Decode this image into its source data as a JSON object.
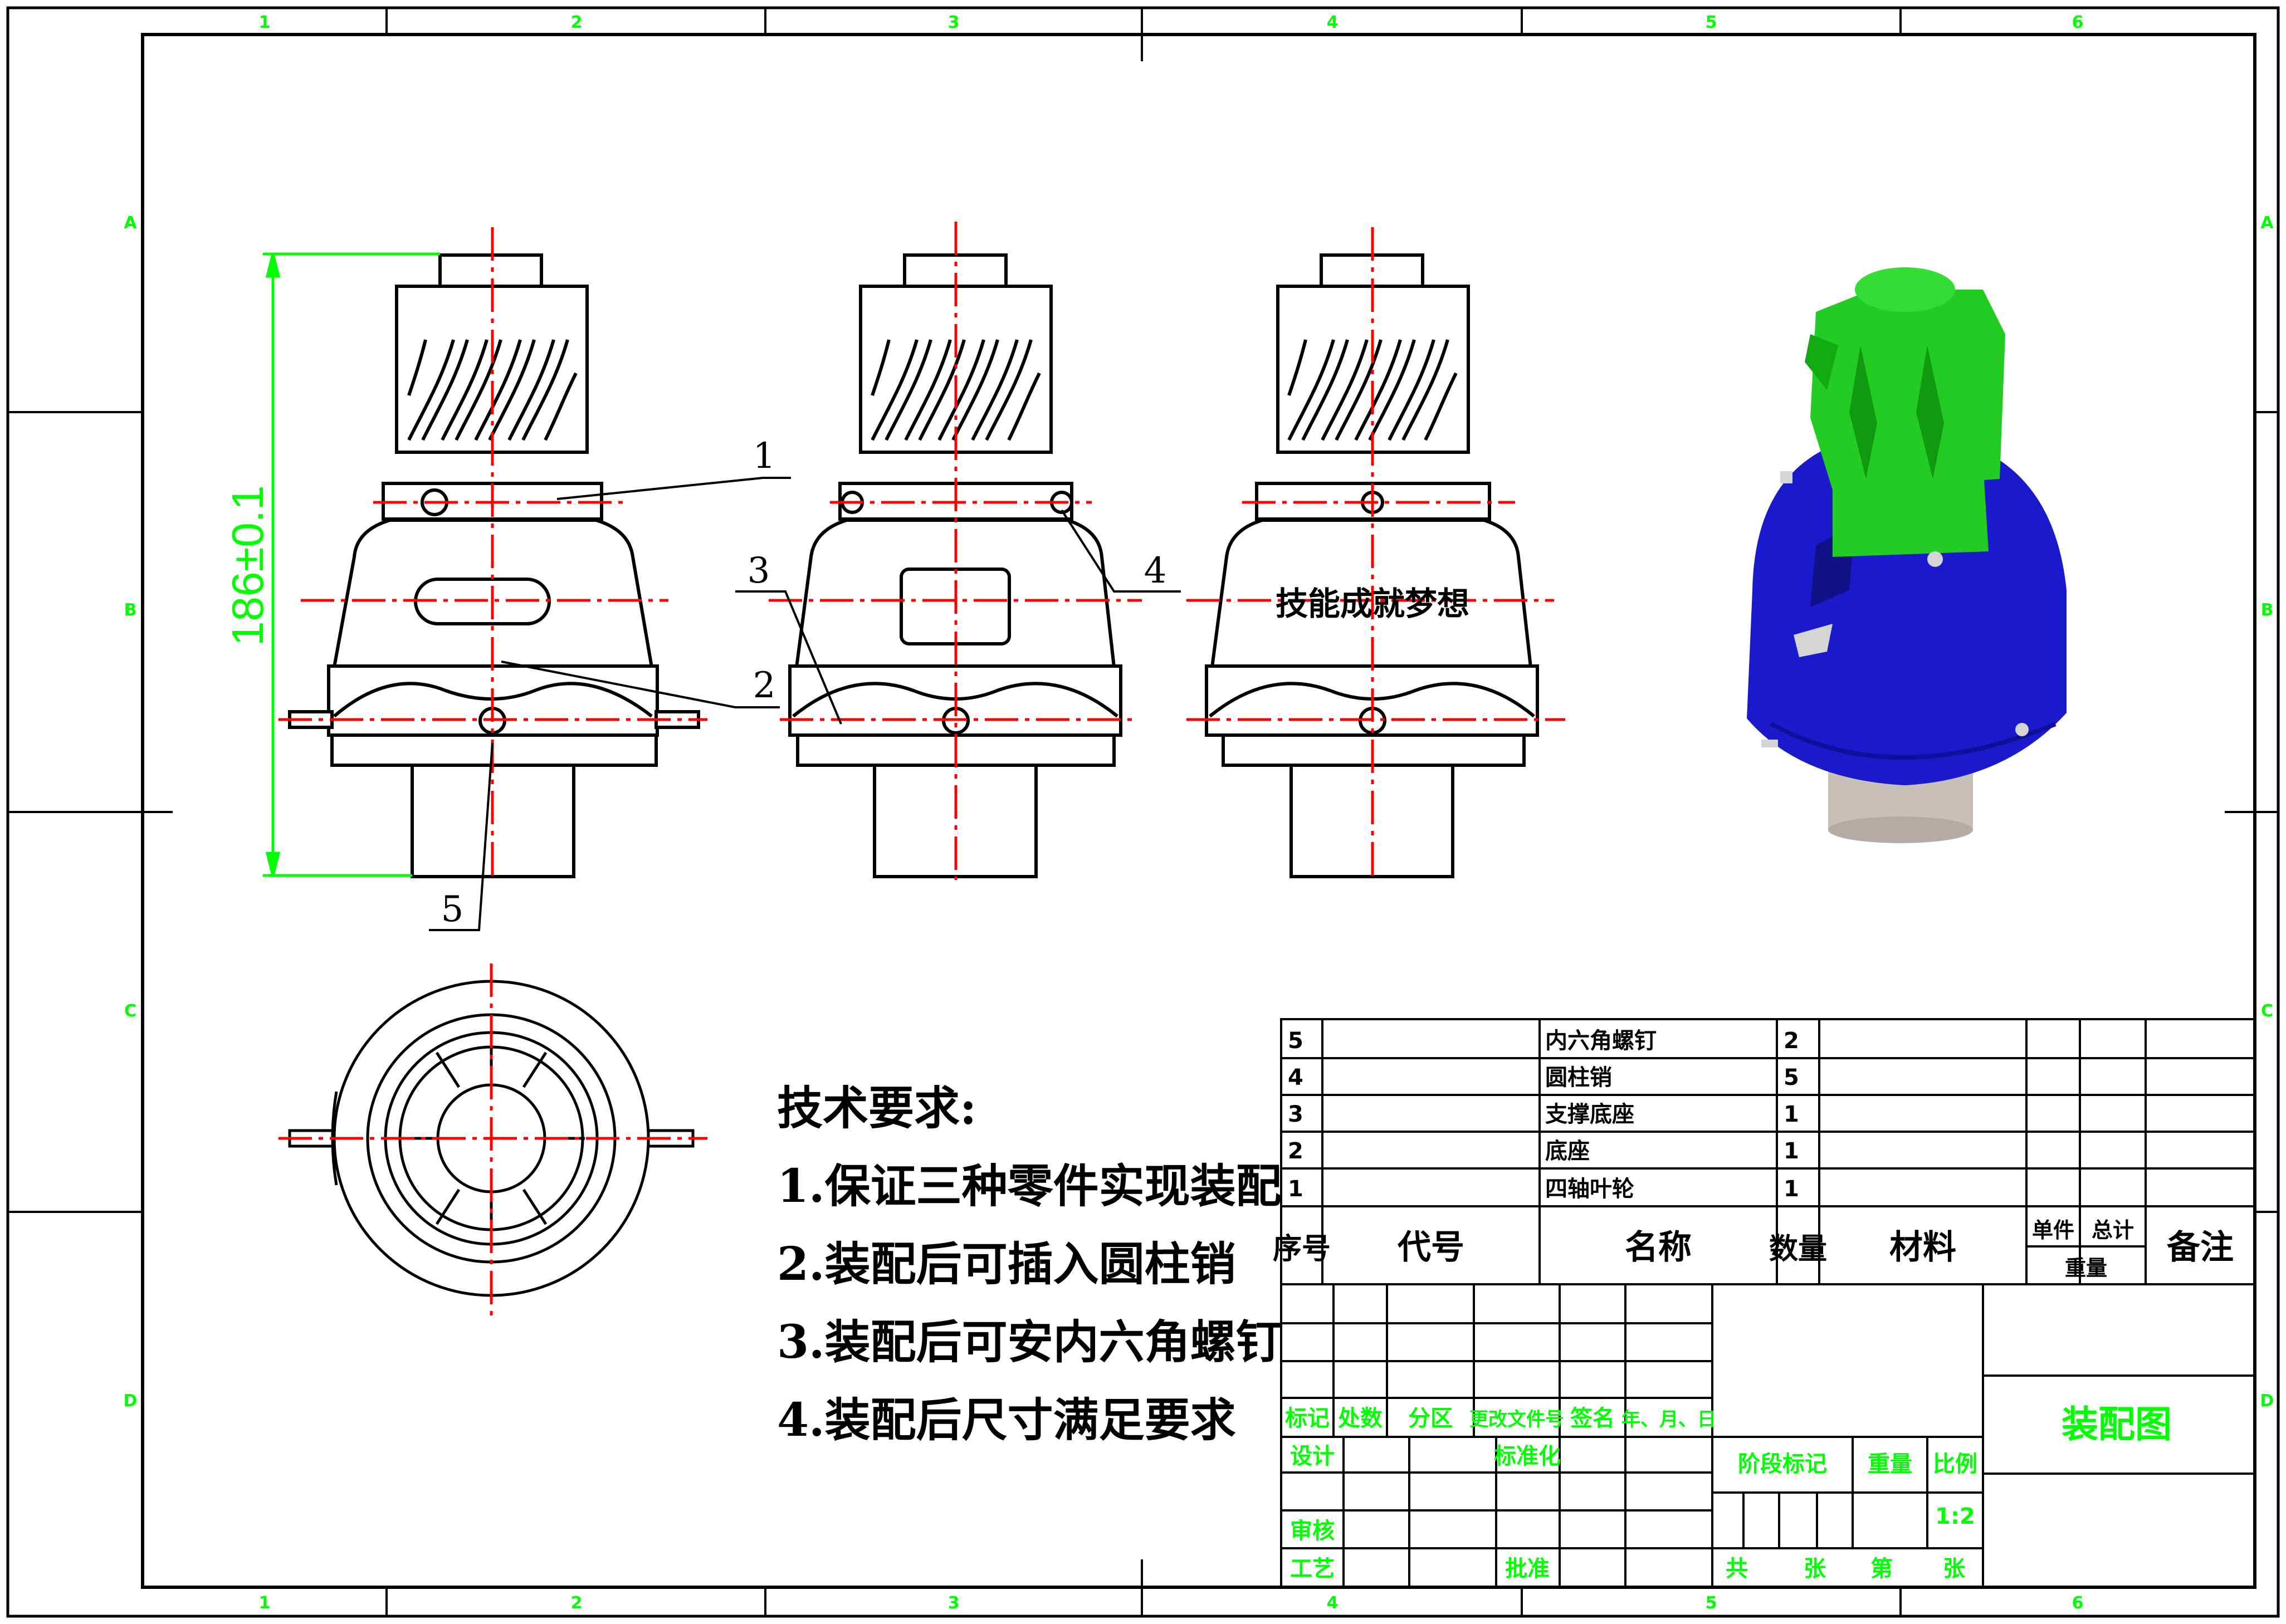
{
  "drawing": {
    "zone_columns": [
      "1",
      "2",
      "3",
      "4",
      "5",
      "6"
    ],
    "zone_rows": [
      "A",
      "B",
      "C",
      "D"
    ],
    "dimension": "186±0.1",
    "engraving": "技能成就梦想",
    "balloons": [
      "1",
      "2",
      "3",
      "4",
      "5"
    ]
  },
  "notes": {
    "heading": "技术要求:",
    "items": [
      "1.保证三种零件实现装配",
      "2.装配后可插入圆柱销",
      "3.装配后可安内六角螺钉",
      "4.装配后尺寸满足要求"
    ]
  },
  "bom": {
    "rows": [
      {
        "seq": "5",
        "code": "",
        "name": "内六角螺钉",
        "qty": "2",
        "material": ""
      },
      {
        "seq": "4",
        "code": "",
        "name": "圆柱销",
        "qty": "5",
        "material": ""
      },
      {
        "seq": "3",
        "code": "",
        "name": "支撑底座",
        "qty": "1",
        "material": ""
      },
      {
        "seq": "2",
        "code": "",
        "name": "底座",
        "qty": "1",
        "material": ""
      },
      {
        "seq": "1",
        "code": "",
        "name": "四轴叶轮",
        "qty": "1",
        "material": ""
      }
    ],
    "headers": {
      "seq": "序号",
      "code": "代号",
      "name": "名称",
      "qty": "数量",
      "material": "材料",
      "unit": "单件",
      "total": "总计",
      "weight": "重量",
      "remark": "备注"
    }
  },
  "title_block": {
    "rev_labels": [
      "标记",
      "处数",
      "分区",
      "更改文件号",
      "签名",
      "年、月、日"
    ],
    "design": "设计",
    "standardize": "标准化",
    "review": "审核",
    "process": "工艺",
    "approve": "批准",
    "stage_mark": "阶段标记",
    "weight": "重量",
    "scale_label": "比例",
    "scale": "1:2",
    "sheets": [
      "共",
      "张",
      "第",
      "张"
    ],
    "title": "装配图"
  },
  "colors": {
    "border": "#000000",
    "centerline": "#ff0000",
    "dimension": "#00ff00",
    "label_green": "#00ff00",
    "model_top": "#22cc22",
    "model_body": "#1a1acc",
    "model_base": "#c8c0b8"
  }
}
